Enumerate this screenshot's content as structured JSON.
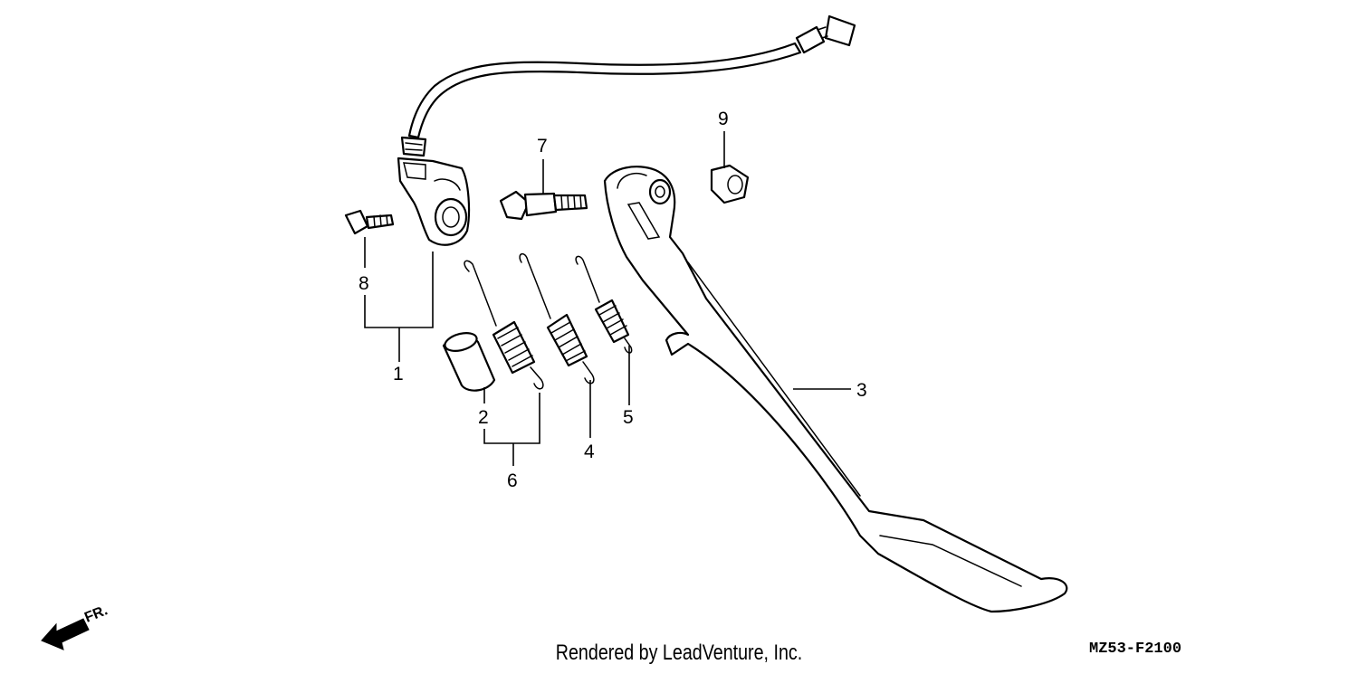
{
  "callouts": {
    "c1": "1",
    "c2": "2",
    "c3": "3",
    "c4": "4",
    "c5": "5",
    "c6": "6",
    "c7": "7",
    "c8": "8",
    "c9": "9"
  },
  "front_indicator": "FR.",
  "footer_credit": "Rendered by LeadVenture, Inc.",
  "diagram_code": "MZ53-F2100"
}
